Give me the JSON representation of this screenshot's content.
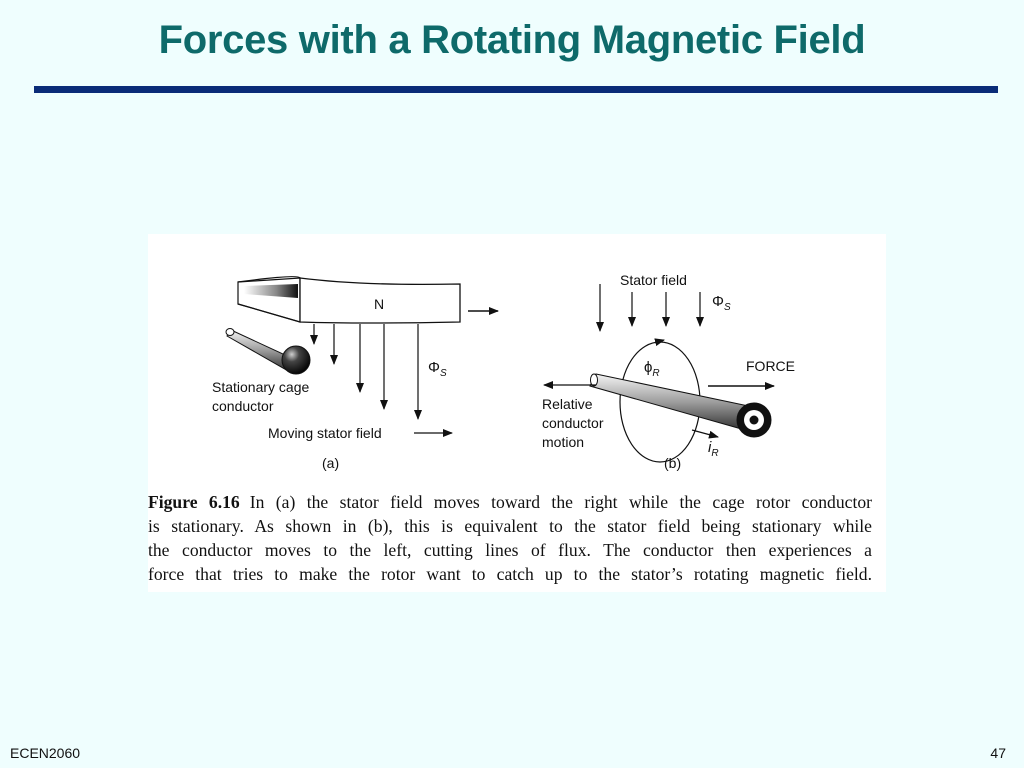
{
  "slide": {
    "title": "Forces with a Rotating Magnetic Field",
    "footer_left": "ECEN2060",
    "page_number": "47"
  },
  "figure": {
    "panel_a": {
      "pole_label": "N",
      "flux_label": "Φ",
      "flux_sub": "S",
      "conductor_label_1": "Stationary cage",
      "conductor_label_2": "conductor",
      "moving_label": "Moving stator field",
      "panel_label": "(a)"
    },
    "panel_b": {
      "stator_field_label": "Stator field",
      "flux_s_label": "Φ",
      "flux_s_sub": "S",
      "flux_r_label": "ϕ",
      "flux_r_sub": "R",
      "force_label": "FORCE",
      "relative_1": "Relative",
      "relative_2": "conductor",
      "relative_3": "motion",
      "current_label": "i",
      "current_sub": "R",
      "panel_label": "(b)"
    },
    "caption": {
      "label": "Figure 6.16",
      "line1": "In (a) the stator field moves toward the right while the cage rotor conductor",
      "line2": "is stationary. As shown in (b), this is equivalent to the stator field being stationary while",
      "line3": "the conductor moves to the left, cutting lines of flux. The conductor then experiences a",
      "line4": "force that tries to make the rotor want to catch up to the stator’s rotating magnetic field."
    }
  }
}
